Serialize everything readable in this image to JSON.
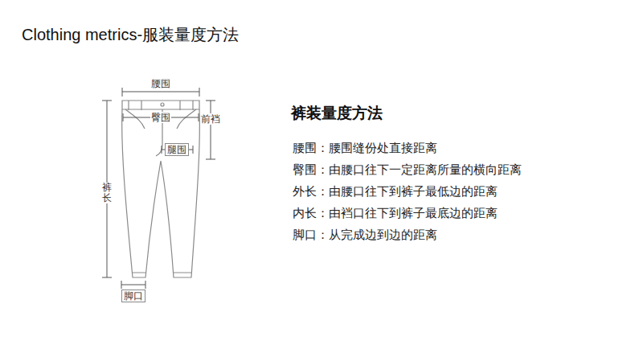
{
  "diagram": {
    "title": "Clothing metrics-服装量度方法",
    "labels": [
      "腰围",
      "臀围",
      "前裆",
      "腿围",
      "裤长",
      "脚口",
      "裤装量度方法",
      "腰围：腰围缝份处直接距离",
      "臀围：由腰口往下一定距离所量的横向距离",
      "外长：由腰口往下到裤子最低边的距离",
      "内长：由裆口往下到裤子最底边的距离",
      "脚口：从完成边到边的距离"
    ]
  }
}
